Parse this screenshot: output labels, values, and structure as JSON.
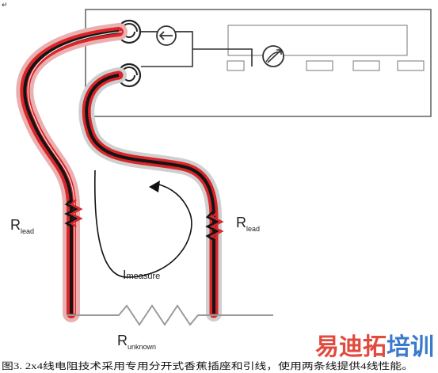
{
  "corner_mark": "↵",
  "labels": {
    "r_lead_left_main": "R",
    "r_lead_left_sub": "lead",
    "r_lead_right_main": "R",
    "r_lead_right_sub": "lead",
    "i_measure_main": "I",
    "i_measure_sub": "measure",
    "r_unknown_main": "R",
    "r_unknown_sub": "unknown"
  },
  "caption": "图3. 2x4线电阻技术采用专用分开式香蕉插座和引线，使用两条线提供4线性能。",
  "watermark": {
    "part1": "易迪拓",
    "part2": "培训"
  },
  "colors": {
    "wire_black": "#141414",
    "wire_red": "#d9262a",
    "halo_red": "#e8a0a0",
    "halo_grey": "#c8c8c8",
    "instrument_stroke": "#555555",
    "watermark_red": "#e03b2e",
    "watermark_blue": "#2a6fc9"
  },
  "icons": {
    "current_source": "arrow-left-in-circle",
    "voltmeter": "meter-needle-in-circle",
    "banana_jack": "swirl-in-circle"
  }
}
